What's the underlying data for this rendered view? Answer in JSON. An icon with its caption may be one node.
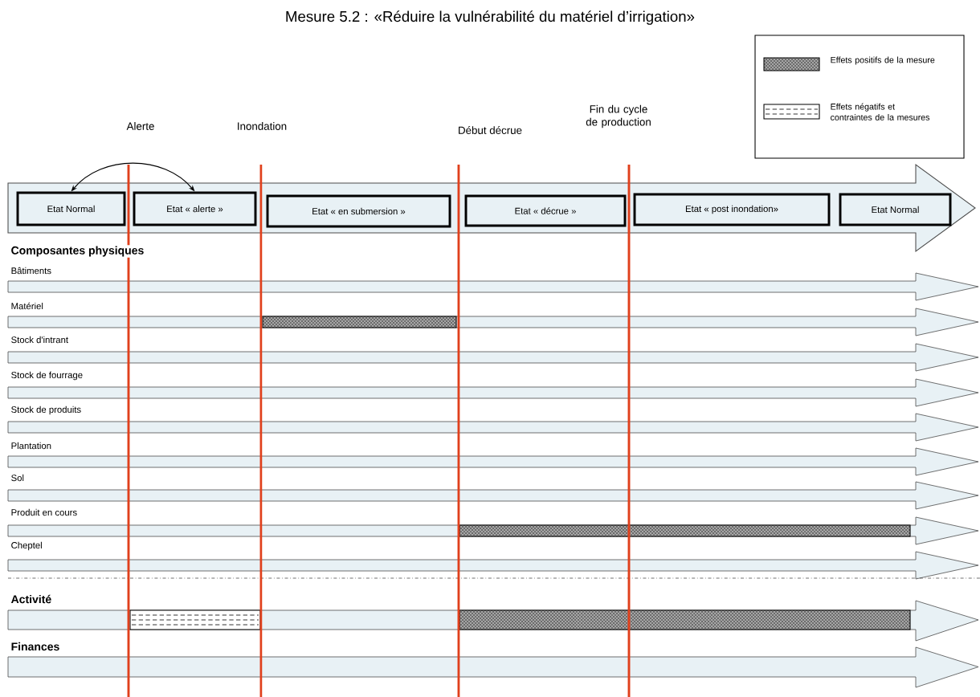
{
  "diagram": {
    "title": "Mesure 5.2 : «Réduire la vulnérabilité du matériel d’irrigation»",
    "nodes": [
      {
        "text": [
          "Etat Normal"
        ]
      },
      {
        "text": [
          "Etat « alerte »"
        ]
      },
      {
        "text": [
          "Etat « en submersion »"
        ]
      },
      {
        "text": [
          "Etat « décrue »"
        ]
      },
      {
        "text": [
          "Etat « post inondation»"
        ]
      },
      {
        "text": [
          "Etat Normal"
        ]
      },
      {
        "text": [],
        "shape": "bar"
      },
      {
        "text": [],
        "shape": "bar"
      },
      {
        "text": [],
        "shape": "bar"
      },
      {
        "text": [],
        "shape": "bar"
      }
    ],
    "edges": [
      {
        "from": 0,
        "to": 1,
        "arrow": "both"
      }
    ],
    "labels": [
      "Alerte",
      "Inondation",
      "Début décrue",
      "Fin du cycle de production",
      "Composantes physiques",
      "Bâtiments",
      "Matériel",
      "Stock d'intrant",
      "Stock de fourrage",
      "Stock de produits",
      "Plantation",
      "Sol",
      "Produit en cours",
      "Cheptel",
      "Activité",
      "Finances"
    ],
    "legend": [
      {
        "text": "Effets positifs de la mesure"
      },
      {
        "text": "Effets négatifs et contraintes de la mesures"
      }
    ]
  }
}
